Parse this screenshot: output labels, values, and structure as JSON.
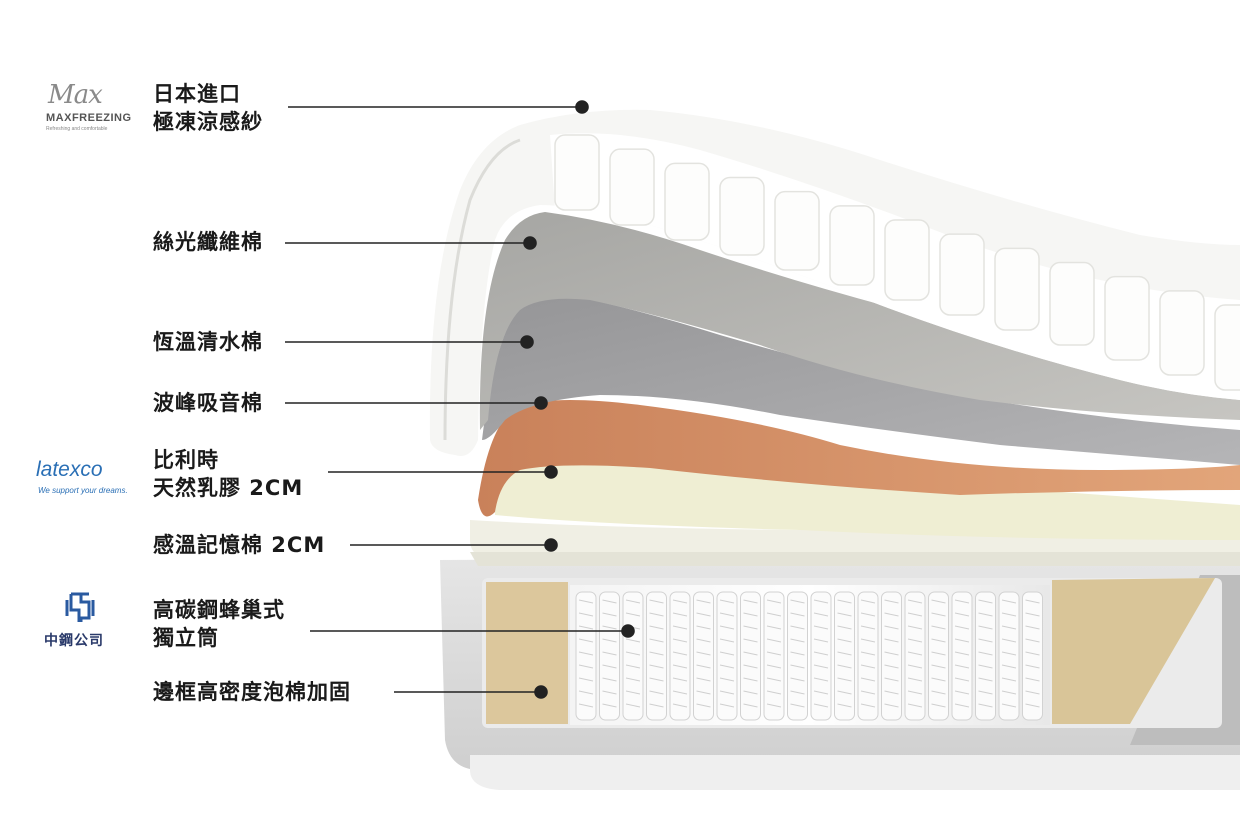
{
  "layers": [
    {
      "id": "cooling-fabric",
      "lines": [
        "日本進口",
        "極凍涼感紗"
      ]
    },
    {
      "id": "silk-fiber",
      "lines": [
        "絲光纖維棉"
      ]
    },
    {
      "id": "temp-foam",
      "lines": [
        "恆溫清水棉"
      ]
    },
    {
      "id": "wave-foam",
      "lines": [
        "波峰吸音棉"
      ]
    },
    {
      "id": "latex",
      "lines": [
        "比利時",
        "天然乳膠 2CM"
      ]
    },
    {
      "id": "memory-foam",
      "lines": [
        "感溫記憶棉 2CM"
      ]
    },
    {
      "id": "pocket-spring",
      "lines": [
        "高碳鋼蜂巢式",
        "獨立筒"
      ]
    },
    {
      "id": "edge-foam",
      "lines": [
        "邊框高密度泡棉加固"
      ]
    }
  ],
  "logos": {
    "max": {
      "script": "Max",
      "word": "MAXFREEZING",
      "sub": "Refreshing and comfortable"
    },
    "latexco": {
      "word": "latexco",
      "tagline": "We support your dreams."
    },
    "csc": {
      "name": "中鋼公司"
    }
  },
  "colors": {
    "text": "#1a1a1a",
    "line": "#222222",
    "latexco_blue": "#2a6fb5",
    "csc_blue": "#2a5aa0",
    "latex_orange": "#d6956a",
    "memory_cream": "#ecebd8",
    "edge_foam": "#ddc9a0"
  }
}
